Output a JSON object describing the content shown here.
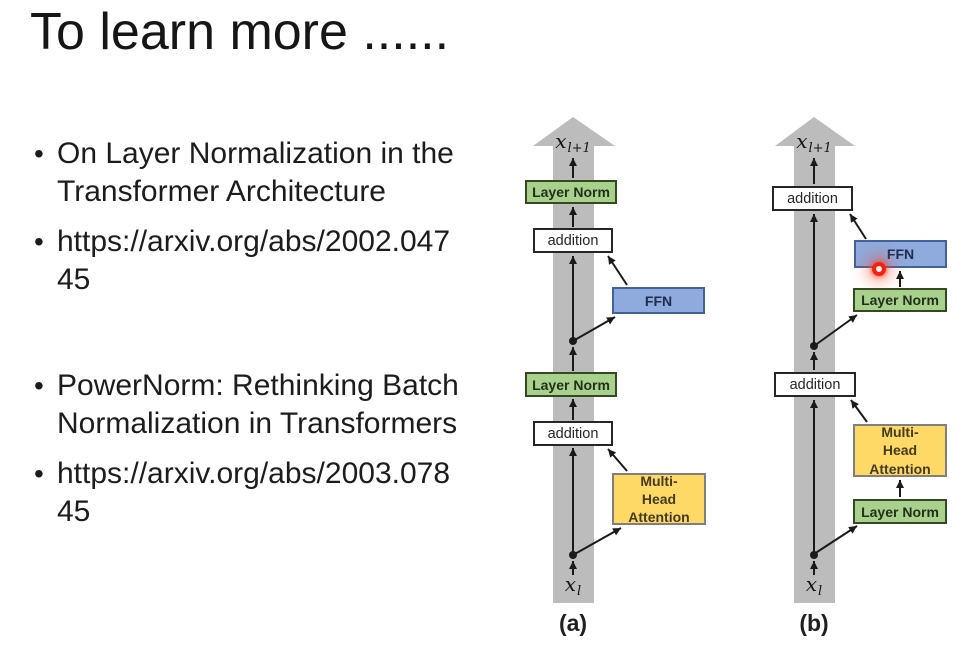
{
  "title": "To learn more ......",
  "bullet_char": "•",
  "bullets": [
    {
      "text": "On Layer Normalization in the Transformer Architecture"
    },
    {
      "text": "https://arxiv.org/abs/2002.04745"
    },
    {
      "text": "PowerNorm: Rethinking Batch Normalization in Transformers"
    },
    {
      "text": "https://arxiv.org/abs/2003.07845"
    }
  ],
  "diagram_a": {
    "output_var": "x",
    "output_sub": "l+1",
    "layer_norm_top": "Layer Norm",
    "addition_top": "addition",
    "ffn": "FFN",
    "layer_norm_mid": "Layer Norm",
    "addition_mid": "addition",
    "mha": "Multi-Head Attention",
    "input_var": "x",
    "input_sub": "l",
    "caption": "(a)"
  },
  "diagram_b": {
    "output_var": "x",
    "output_sub": "l+1",
    "addition_top": "addition",
    "ffn": "FFN",
    "layer_norm_upper": "Layer Norm",
    "addition_mid": "addition",
    "mha": "Multi-Head Attention",
    "layer_norm_lower": "Layer Norm",
    "input_var": "x",
    "input_sub": "l",
    "caption": "(b)"
  },
  "colors": {
    "green_fill": "#a9d18e",
    "green_border": "#33491f",
    "blue_fill": "#8faadc",
    "blue_border": "#44619b",
    "yellow_fill": "#ffd966",
    "yellow_border": "#7f7f7f",
    "band_gray": "#bcbcbc",
    "line": "#1a1a1a",
    "laser_red": "#f02311"
  }
}
